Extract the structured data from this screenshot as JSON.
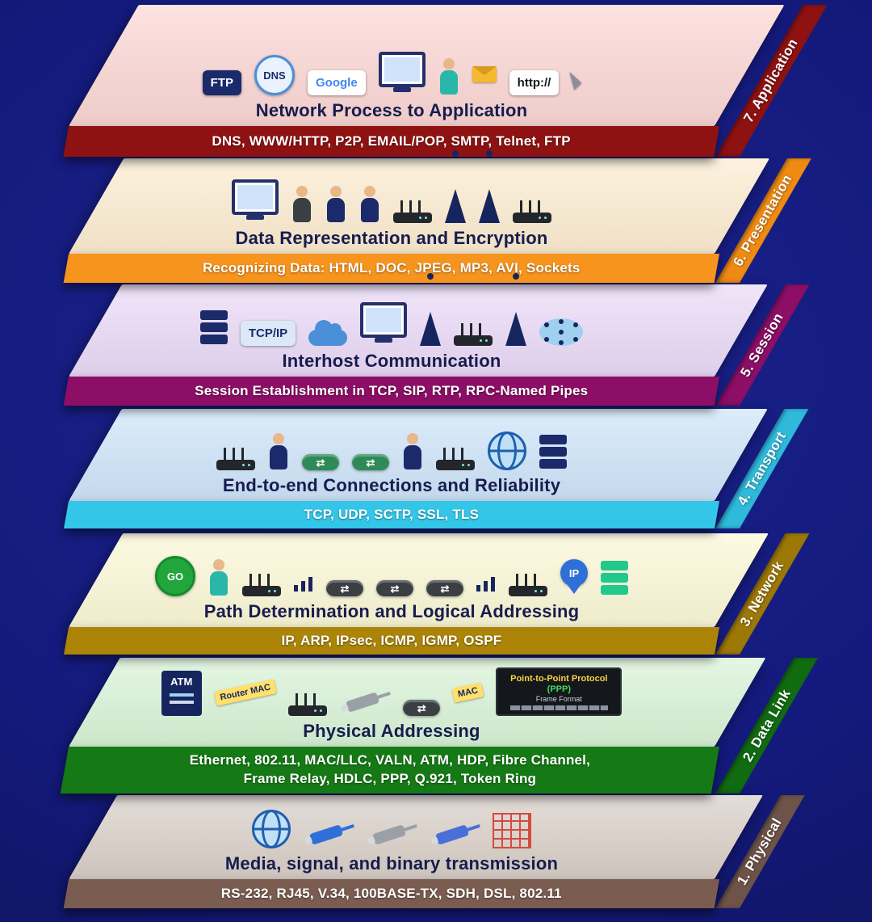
{
  "background_color": "#141a7c",
  "layers": [
    {
      "id": "application",
      "number_label": "7. Application",
      "title": "Network Process to Application",
      "protocols": "DNS, WWW/HTTP, P2P, EMAIL/POP, SMTP, Telnet, FTP",
      "top_color": "#fbd6d3",
      "banner_color": "#8e1212",
      "side_color": "#8e1212",
      "icons": [
        {
          "t": "badge",
          "name": "ftp-folder-icon",
          "label": "FTP",
          "bg": "#1b2a6b",
          "fg": "#ffffff"
        },
        {
          "t": "circle-badge",
          "name": "dns-globe-icon",
          "label": "DNS",
          "bg": "#eaf2ff",
          "fg": "#1b2a6b",
          "bd": "#4a90d9"
        },
        {
          "t": "badge",
          "name": "google-search-icon",
          "label": "Google",
          "bg": "#ffffff",
          "fg": "#4285F4"
        },
        {
          "t": "monitor",
          "name": "desktop-computer-icon"
        },
        {
          "t": "person",
          "name": "person-with-mail-icon",
          "c": "#2ab7a9"
        },
        {
          "t": "envelope",
          "name": "email-envelope-icon"
        },
        {
          "t": "badge",
          "name": "http-address-icon",
          "label": "http://",
          "bg": "#ffffff",
          "fg": "#14181c"
        },
        {
          "t": "cursor",
          "name": "mouse-cursor-icon"
        }
      ]
    },
    {
      "id": "presentation",
      "number_label": "6. Presentation",
      "title": "Data Representation and Encryption",
      "protocols": "Recognizing Data: HTML, DOC, JPEG, MP3, AVI, Sockets",
      "top_color": "#fcecd0",
      "banner_color": "#f7941d",
      "side_color": "#f08b12",
      "icons": [
        {
          "t": "monitor",
          "name": "presentation-screen-icon"
        },
        {
          "t": "person",
          "name": "presenter-icon",
          "c": "#3a3f44"
        },
        {
          "t": "person",
          "name": "police-courier-icon",
          "c": "#1b2a6b"
        },
        {
          "t": "person",
          "name": "police-courier-icon",
          "c": "#1b2a6b"
        },
        {
          "t": "router",
          "name": "router-icon"
        },
        {
          "t": "tower",
          "name": "radio-tower-icon"
        },
        {
          "t": "tower",
          "name": "radio-tower-icon"
        },
        {
          "t": "router",
          "name": "router-icon"
        }
      ]
    },
    {
      "id": "session",
      "number_label": "5. Session",
      "title": "Interhost Communication",
      "protocols": "Session Establishment in TCP, SIP, RTP, RPC-Named Pipes",
      "top_color": "#ead9f7",
      "banner_color": "#8c0e66",
      "side_color": "#8c0e66",
      "icons": [
        {
          "t": "server",
          "name": "server-rack-icon",
          "c": "#1b2a6b"
        },
        {
          "t": "badge",
          "name": "tcp-ip-label-icon",
          "label": "TCP/IP",
          "bg": "#dce8f8",
          "fg": "#1b2a6b"
        },
        {
          "t": "cloud",
          "name": "cloud-computing-icon"
        },
        {
          "t": "monitor",
          "name": "workstation-icon"
        },
        {
          "t": "tower",
          "name": "radio-tower-icon"
        },
        {
          "t": "router",
          "name": "router-icon"
        },
        {
          "t": "tower",
          "name": "radio-tower-icon"
        },
        {
          "t": "topology",
          "name": "network-topology-icon"
        }
      ]
    },
    {
      "id": "transport",
      "number_label": "4. Transport",
      "title": "End-to-end Connections and Reliability",
      "protocols": "TCP, UDP, SCTP, SSL, TLS",
      "top_color": "#cde4f9",
      "banner_color": "#33c6e8",
      "side_color": "#2fb9da",
      "icons": [
        {
          "t": "router",
          "name": "router-icon"
        },
        {
          "t": "person",
          "name": "police-courier-icon",
          "c": "#1b2a6b"
        },
        {
          "t": "switch",
          "name": "green-switch-icon",
          "c": "#2e8b57"
        },
        {
          "t": "switch",
          "name": "green-switch-icon",
          "c": "#2e8b57"
        },
        {
          "t": "person",
          "name": "police-courier-icon",
          "c": "#1b2a6b"
        },
        {
          "t": "router",
          "name": "router-icon"
        },
        {
          "t": "globe",
          "name": "internet-globe-icon"
        },
        {
          "t": "server",
          "name": "server-rack-icon",
          "c": "#1b2a6b"
        }
      ]
    },
    {
      "id": "network",
      "number_label": "3. Network",
      "title": "Path Determination and Logical Addressing",
      "protocols": "IP, ARP, IPsec, ICMP, IGMP, OSPF",
      "top_color": "#fbf8d6",
      "banner_color": "#ab8408",
      "side_color": "#9c7807",
      "icons": [
        {
          "t": "circle-badge",
          "name": "go-sign-icon",
          "label": "GO",
          "bg": "#21a63c",
          "fg": "#ffffff",
          "bd": "#178a2e"
        },
        {
          "t": "person",
          "name": "traffic-person-icon",
          "c": "#2ab7a9"
        },
        {
          "t": "router",
          "name": "wifi-router-icon"
        },
        {
          "t": "signal",
          "name": "wifi-signal-icon"
        },
        {
          "t": "switch",
          "name": "switch-icon",
          "c": "#3a3f44"
        },
        {
          "t": "switch",
          "name": "switch-icon",
          "c": "#3a3f44"
        },
        {
          "t": "switch",
          "name": "switch-icon",
          "c": "#3a3f44"
        },
        {
          "t": "signal",
          "name": "wifi-signal-icon"
        },
        {
          "t": "router",
          "name": "wifi-router-icon"
        },
        {
          "t": "pin",
          "name": "ip-pin-icon",
          "label": "IP",
          "c": "#2f6fd8"
        },
        {
          "t": "server",
          "name": "green-server-icon",
          "c": "#21c98a"
        }
      ]
    },
    {
      "id": "data-link",
      "number_label": "2. Data Link",
      "title": "Physical Addressing",
      "protocols": "Ethernet, 802.11, MAC/LLC, VALN, ATM, HDP, Fibre Channel,",
      "protocols2": "Frame Relay, HDLC, PPP, Q.921, Token Ring",
      "top_color": "#d8f3d6",
      "banner_color": "#157a15",
      "side_color": "#116b11",
      "icons": [
        {
          "t": "atm",
          "name": "atm-machine-icon",
          "label": "ATM"
        },
        {
          "t": "tag",
          "name": "router-mac-tag",
          "label": "Router MAC",
          "c": "#ffe06a"
        },
        {
          "t": "router",
          "name": "router-icon"
        },
        {
          "t": "cable",
          "name": "ethernet-cable-icon",
          "c": "#9aa0a6"
        },
        {
          "t": "switch",
          "name": "switch-icon",
          "c": "#3a3f44"
        },
        {
          "t": "tag",
          "name": "mac-tag",
          "label": "MAC",
          "c": "#ffe06a"
        },
        {
          "t": "ppp",
          "name": "ppp-frame-format-icon",
          "lines": [
            "Point-to-Point Protocol",
            "(PPP)",
            "Frame Format"
          ]
        }
      ]
    },
    {
      "id": "physical",
      "number_label": "1. Physical",
      "title": "Media, signal, and binary transmission",
      "protocols": "RS-232, RJ45, V.34, 100BASE-TX, SDH, DSL, 802.11",
      "top_color": "#d8cec6",
      "banner_color": "#7a5c50",
      "side_color": "#6e5348",
      "icons": [
        {
          "t": "globe",
          "name": "iot-globe-icon"
        },
        {
          "t": "cable",
          "name": "fiber-cable-icon",
          "c": "#2f6fd8"
        },
        {
          "t": "cable",
          "name": "ethernet-connector-icon",
          "c": "#9aa0a6"
        },
        {
          "t": "cable",
          "name": "usb-cable-icon",
          "c": "#4a6fd8"
        },
        {
          "t": "circuit",
          "name": "circuit-board-icon",
          "c": "#d44034"
        }
      ]
    }
  ]
}
